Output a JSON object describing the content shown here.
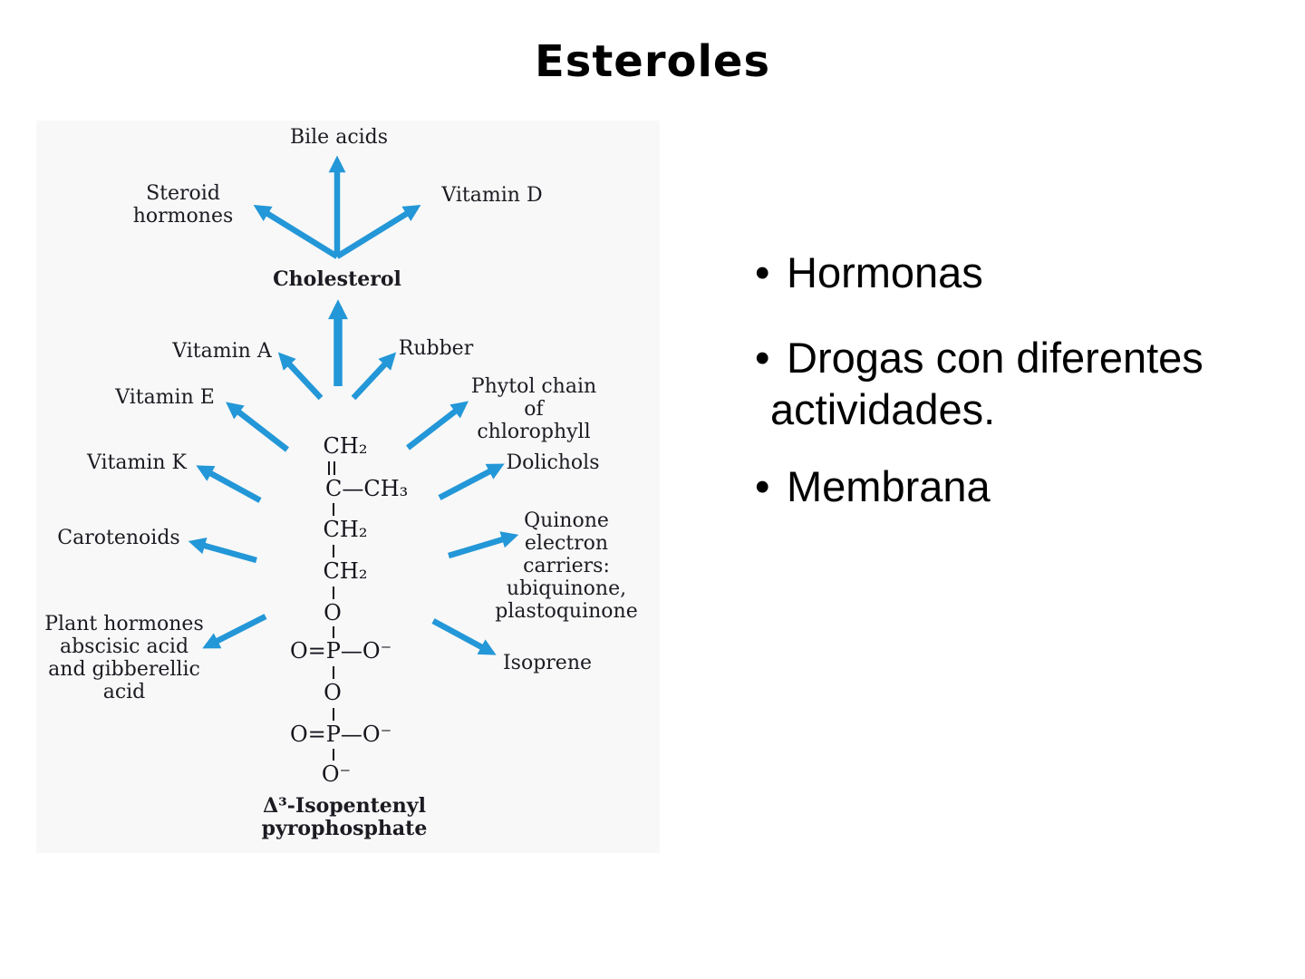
{
  "title": "Esteroles",
  "colors": {
    "arrow_blue": "#2397d7"
  },
  "bullet_char": "•",
  "diagram": {
    "intermediate": "Cholesterol",
    "precursor_name": "Δ³-Isopentenyl\npyrophosphate",
    "labels": {
      "bile_acids": "Bile acids",
      "steroid_hormones": "Steroid\nhormones",
      "vitamin_d": "Vitamin D",
      "vitamin_a": "Vitamin A",
      "rubber": "Rubber",
      "vitamin_e": "Vitamin E",
      "phytol": "Phytol chain\nof chlorophyll",
      "vitamin_k": "Vitamin K",
      "dolichols": "Dolichols",
      "carotenoids": "Carotenoids",
      "quinone": "Quinone\nelectron\ncarriers:\nubiquinone,\nplastoquinone",
      "plant_hormones": "Plant hormones\nabscisic acid\nand gibberellic\nacid",
      "isoprene": "Isoprene"
    },
    "structure_rows": [
      "CH₂",
      "C—CH₃",
      "CH₂",
      "CH₂",
      "O",
      "O=P—O⁻",
      "O",
      "O=P—O⁻",
      "O⁻"
    ]
  },
  "bullets": [
    {
      "lines": [
        "Hormonas"
      ]
    },
    {
      "lines": [
        "Drogas con diferentes",
        "actividades."
      ]
    },
    {
      "lines": [
        "Membrana"
      ]
    }
  ]
}
